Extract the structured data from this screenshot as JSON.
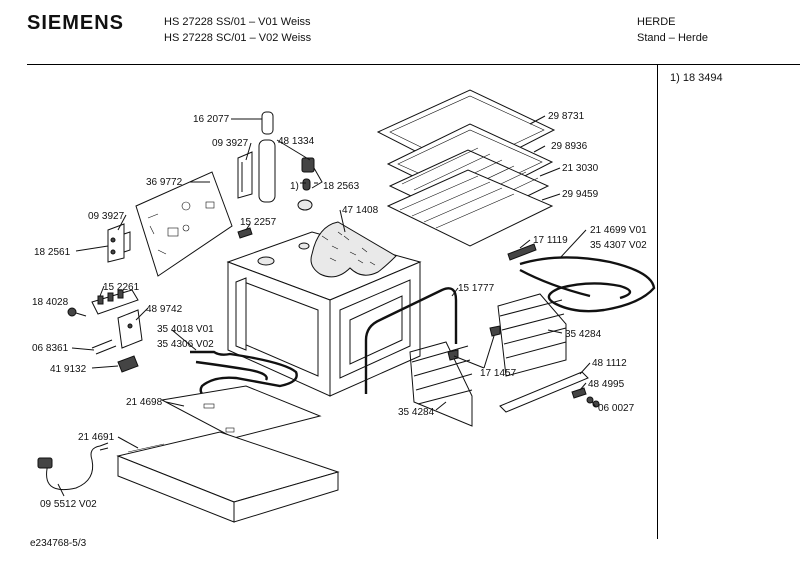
{
  "header": {
    "brand": "SIEMENS",
    "model_line_1": "HS 27228 SS/01 – V01 Weiss",
    "model_line_2": "HS 27228 SC/01 – V02 Weiss",
    "category": "HERDE",
    "subcategory": "Stand – Herde"
  },
  "notes": [
    "1) 18 3494"
  ],
  "footer": {
    "doc_id": "e234768-5/3"
  },
  "labels": {
    "p162077": "16 2077",
    "p481334": "48 1334",
    "p093927a": "09 3927",
    "p369772": "36 9772",
    "p093927b": "09 3927",
    "p182561": "18 2561",
    "p1": "1)",
    "p182563": "18 2563",
    "p152257": "15 2257",
    "p471408": "47 1408",
    "p152261": "15 2261",
    "p184028": "18 4028",
    "p489742": "48 9742",
    "p354018": "35 4018 V01",
    "p354306": "35 4306 V02",
    "p068361": "06 8361",
    "p419132": "41 9132",
    "p214698": "21 4698",
    "p214691": "21 4691",
    "p095512": "09 5512 V02",
    "p298731": "29 8731",
    "p298936": "29 8936",
    "p213030": "21 3030",
    "p299459": "29 9459",
    "p171119": "17 1119",
    "p214699": "21 4699 V01",
    "p354307": "35 4307 V02",
    "p151777": "15 1777",
    "p354284a": "35 4284",
    "p171457": "17 1457",
    "p354284b": "35 4284",
    "p481112": "48 1112",
    "p484995": "48 4995",
    "p060027": "06 0027"
  }
}
